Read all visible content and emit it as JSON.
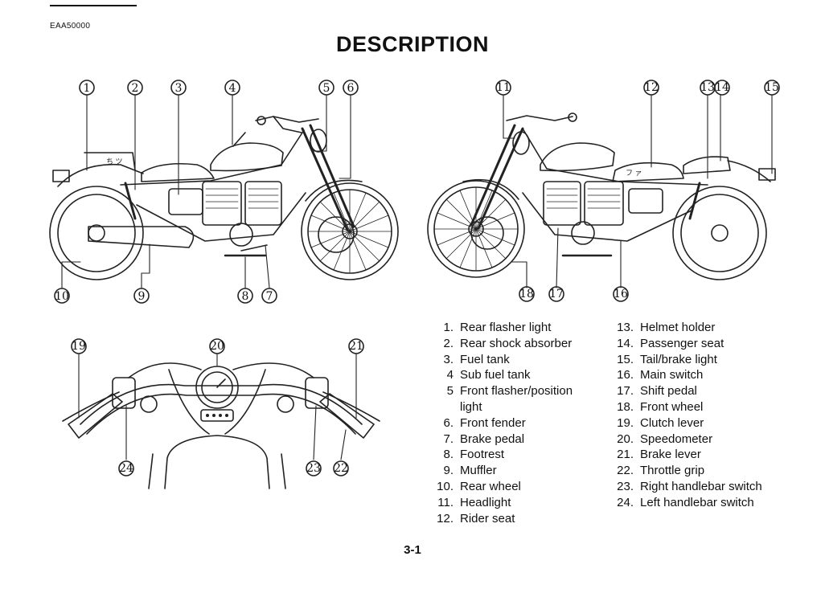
{
  "header": {
    "code": "EAA50000",
    "title": "DESCRIPTION"
  },
  "callouts": [
    "1",
    "2",
    "3",
    "4",
    "5",
    "6",
    "7",
    "8",
    "9",
    "10",
    "11",
    "12",
    "13",
    "14",
    "15",
    "16",
    "17",
    "18",
    "19",
    "20",
    "21",
    "22",
    "23",
    "24"
  ],
  "legend": {
    "left": [
      {
        "num": "1.",
        "text": "Rear flasher light"
      },
      {
        "num": "2.",
        "text": "Rear shock absorber"
      },
      {
        "num": "3.",
        "text": "Fuel tank"
      },
      {
        "num": "4",
        "text": "Sub fuel tank"
      },
      {
        "num": "5",
        "text": "Front flasher/position"
      },
      {
        "num": "",
        "text": "light"
      },
      {
        "num": "6.",
        "text": "Front fender"
      },
      {
        "num": "7.",
        "text": "Brake pedal"
      },
      {
        "num": "8.",
        "text": "Footrest"
      },
      {
        "num": "9.",
        "text": "Muffler"
      },
      {
        "num": "10.",
        "text": "Rear wheel"
      },
      {
        "num": "11.",
        "text": "Headlight"
      },
      {
        "num": "12.",
        "text": "Rider seat"
      }
    ],
    "right": [
      {
        "num": "13.",
        "text": "Helmet holder"
      },
      {
        "num": "14.",
        "text": "Passenger seat"
      },
      {
        "num": "15.",
        "text": "Tail/brake light"
      },
      {
        "num": "16.",
        "text": "Main switch"
      },
      {
        "num": "17.",
        "text": "Shift pedal"
      },
      {
        "num": "18.",
        "text": "Front wheel"
      },
      {
        "num": "19.",
        "text": "Clutch lever"
      },
      {
        "num": "20.",
        "text": "Speedometer"
      },
      {
        "num": "21.",
        "text": "Brake lever"
      },
      {
        "num": "22.",
        "text": "Throttle grip"
      },
      {
        "num": "23.",
        "text": "Right handlebar switch"
      },
      {
        "num": "24.",
        "text": "Left handlebar switch"
      }
    ]
  },
  "footer": {
    "page": "3-1"
  }
}
